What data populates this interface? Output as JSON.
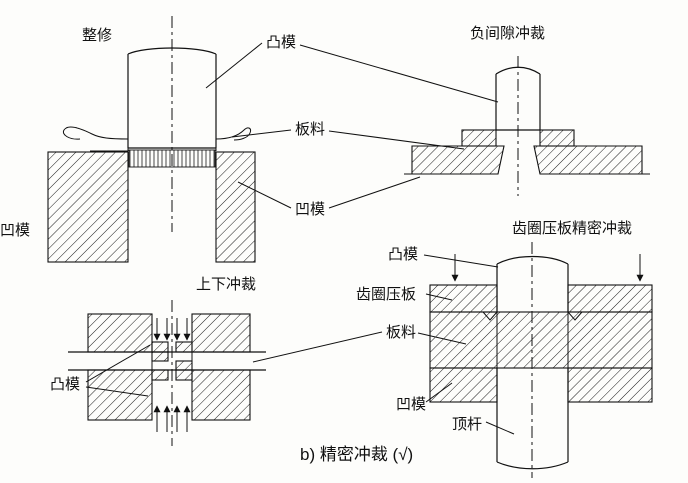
{
  "figure": {
    "caption": "b) 精密冲裁 (√)",
    "edge_label": "凹模",
    "top_left": {
      "title": "整修"
    },
    "labels": {
      "punch": "凸模",
      "sheet": "板料",
      "die": "凹模"
    },
    "top_right": {
      "title": "负间隙冲裁"
    },
    "bottom_left": {
      "title": "上下冲裁",
      "punch": "凸模"
    },
    "bottom_right": {
      "title": "齿圈压板精密冲裁",
      "punch": "凸模",
      "vee_ring_plate": "齿圈压板",
      "sheet": "板料",
      "die": "凹模",
      "ejector": "顶杆"
    }
  }
}
